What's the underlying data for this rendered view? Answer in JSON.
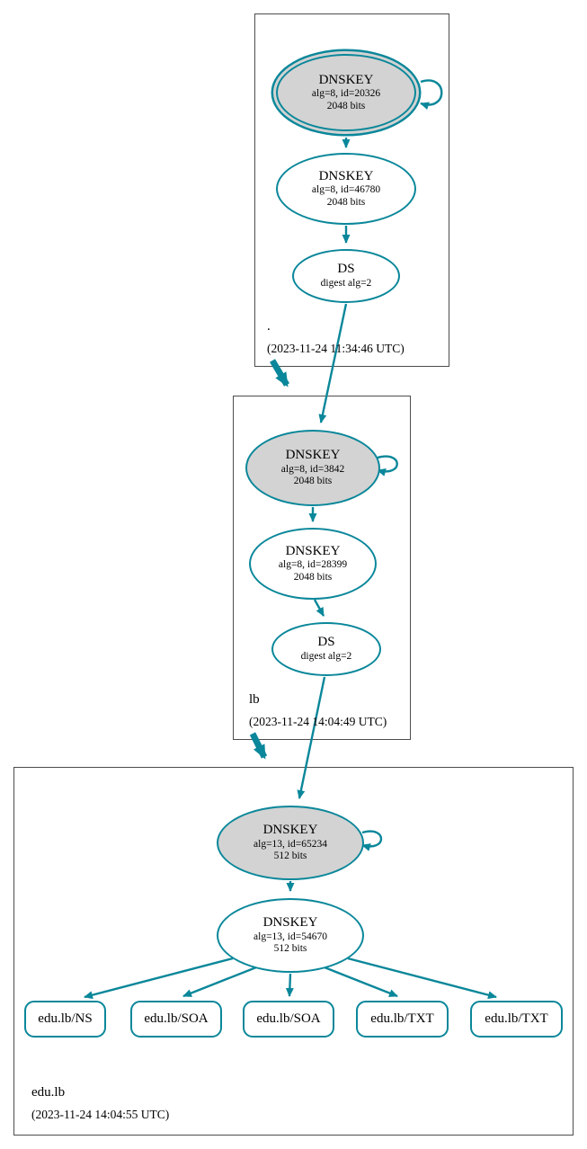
{
  "diagram": {
    "kind": "dnssec-authentication-chain",
    "colors": {
      "secure_teal": "#0a879a",
      "ksk_fill": "#d3d3d3",
      "node_fill": "#ffffff",
      "zone_border": "#4d4d4d"
    }
  },
  "zones": [
    {
      "name": ".",
      "timestamp": "(2023-11-24 11:34:46 UTC)",
      "ksk": {
        "type": "DNSKEY",
        "detail1": "alg=8, id=20326",
        "detail2": "2048 bits"
      },
      "zsk": {
        "type": "DNSKEY",
        "detail1": "alg=8, id=46780",
        "detail2": "2048 bits"
      },
      "ds": {
        "type": "DS",
        "detail1": "digest alg=2"
      }
    },
    {
      "name": "lb",
      "timestamp": "(2023-11-24 14:04:49 UTC)",
      "ksk": {
        "type": "DNSKEY",
        "detail1": "alg=8, id=3842",
        "detail2": "2048 bits"
      },
      "zsk": {
        "type": "DNSKEY",
        "detail1": "alg=8, id=28399",
        "detail2": "2048 bits"
      },
      "ds": {
        "type": "DS",
        "detail1": "digest alg=2"
      }
    },
    {
      "name": "edu.lb",
      "timestamp": "(2023-11-24 14:04:55 UTC)",
      "ksk": {
        "type": "DNSKEY",
        "detail1": "alg=13, id=65234",
        "detail2": "512 bits"
      },
      "zsk": {
        "type": "DNSKEY",
        "detail1": "alg=13, id=54670",
        "detail2": "512 bits"
      },
      "records": [
        {
          "label": "edu.lb/NS"
        },
        {
          "label": "edu.lb/SOA"
        },
        {
          "label": "edu.lb/SOA"
        },
        {
          "label": "edu.lb/TXT"
        },
        {
          "label": "edu.lb/TXT"
        }
      ]
    }
  ]
}
